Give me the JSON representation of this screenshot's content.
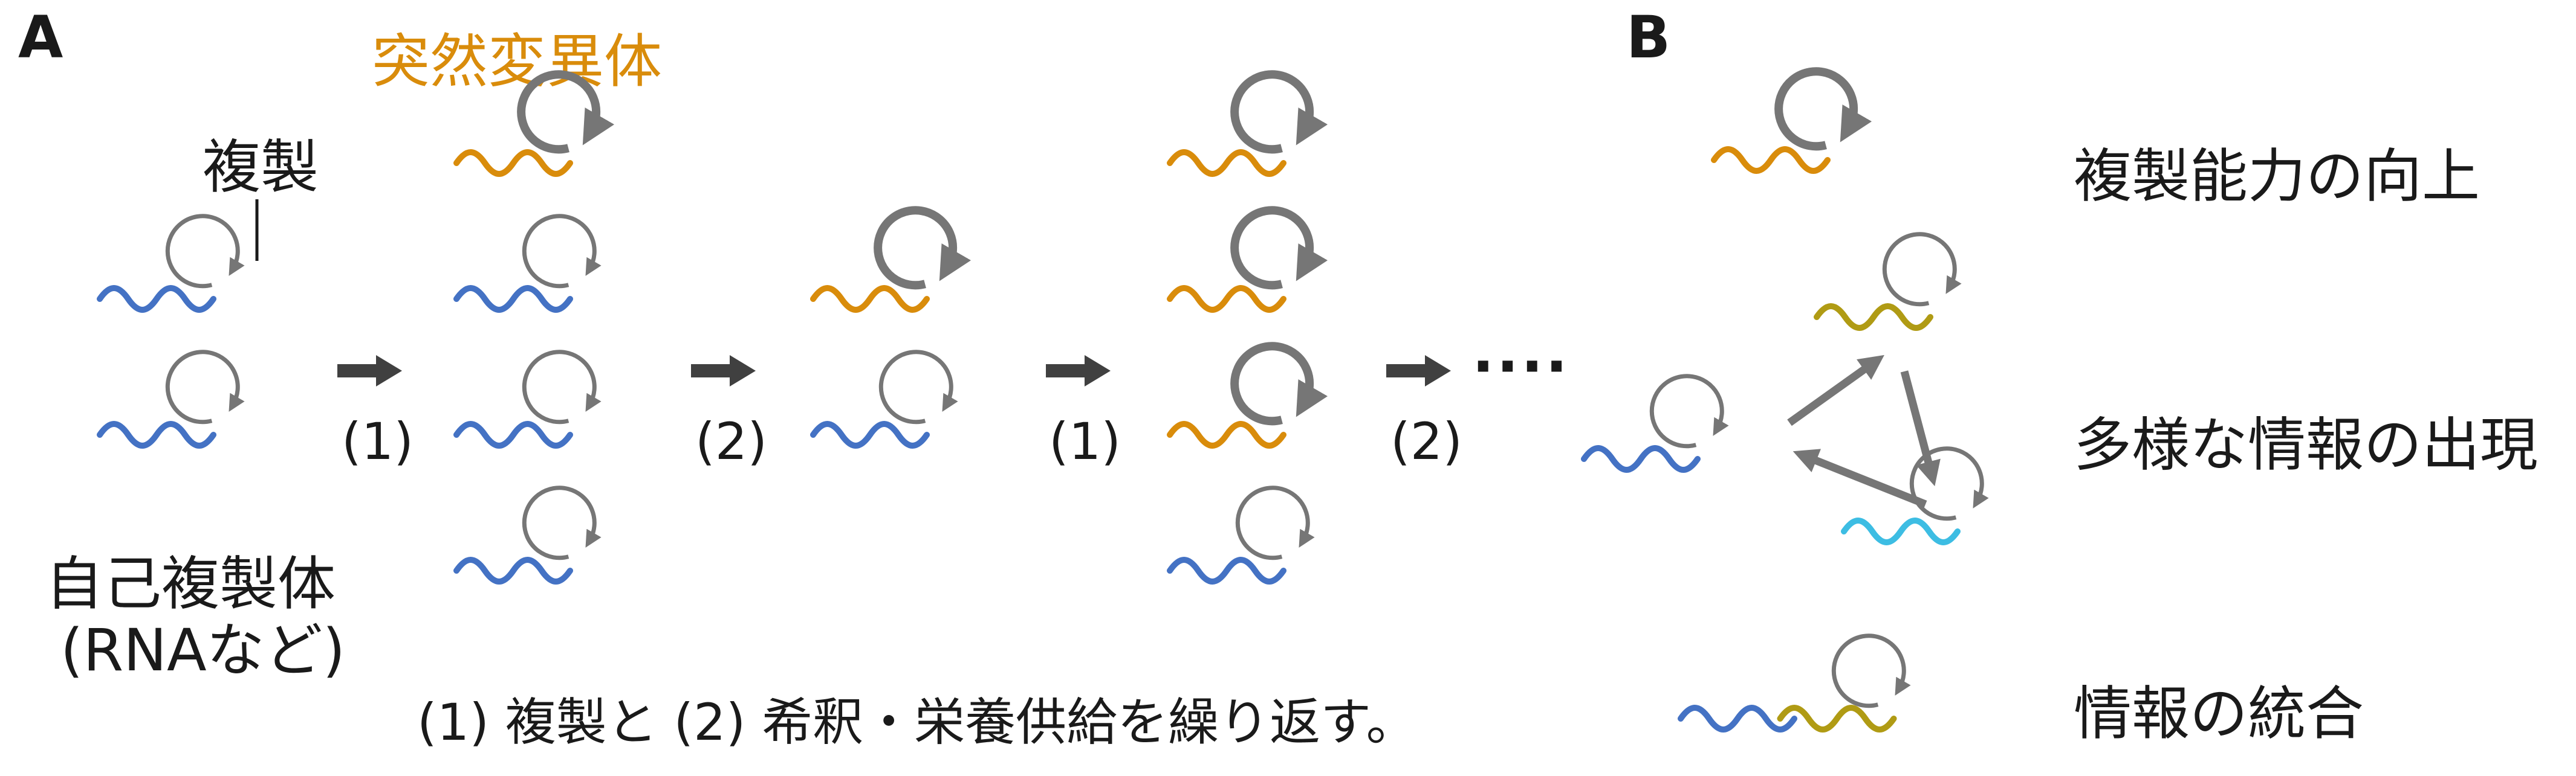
{
  "colors": {
    "blue": "#4472c4",
    "orange": "#d98c0b",
    "olive": "#b09b14",
    "cyan": "#3dbde3",
    "loop": "#767676",
    "arrow": "#404040",
    "text": "#1a1a1a"
  },
  "panel_a": {
    "label": "A",
    "mutant_label": "突然変異体",
    "replication_label": "複製",
    "self_replicator_line1": "自己複製体",
    "self_replicator_line2": "(RNAなど)",
    "step_labels": [
      "(1)",
      "(2)",
      "(1)",
      "(2)"
    ],
    "continuation": "····",
    "caption": "(1) 複製と (2) 希釈・栄養供給を繰り返す。"
  },
  "panel_b": {
    "label": "B",
    "improved_replication": "複製能力の向上",
    "diverse_information": "多様な情報の出現",
    "information_integration": "情報の統合"
  },
  "icons": {
    "replicator": "wavy-strand-with-circular-arrow-icon",
    "step_arrow": "right-arrow-icon"
  }
}
